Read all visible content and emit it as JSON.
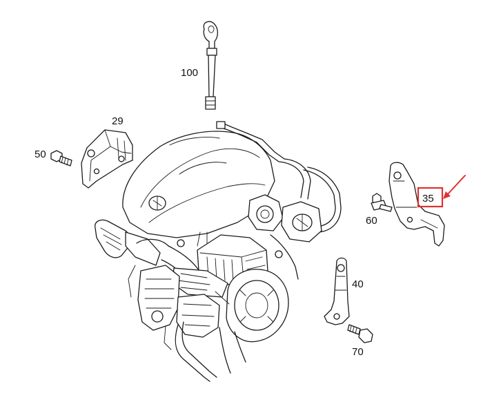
{
  "parts": {
    "p100": "100",
    "p29": "29",
    "p50": "50",
    "p35": "35",
    "p60": "60",
    "p40": "40",
    "p70": "70"
  },
  "highlight": {
    "part": "35",
    "color": "#e03030"
  },
  "icons": [
    "dipstick-icon",
    "bracket-icon",
    "bolt-icon",
    "engine-icon"
  ]
}
